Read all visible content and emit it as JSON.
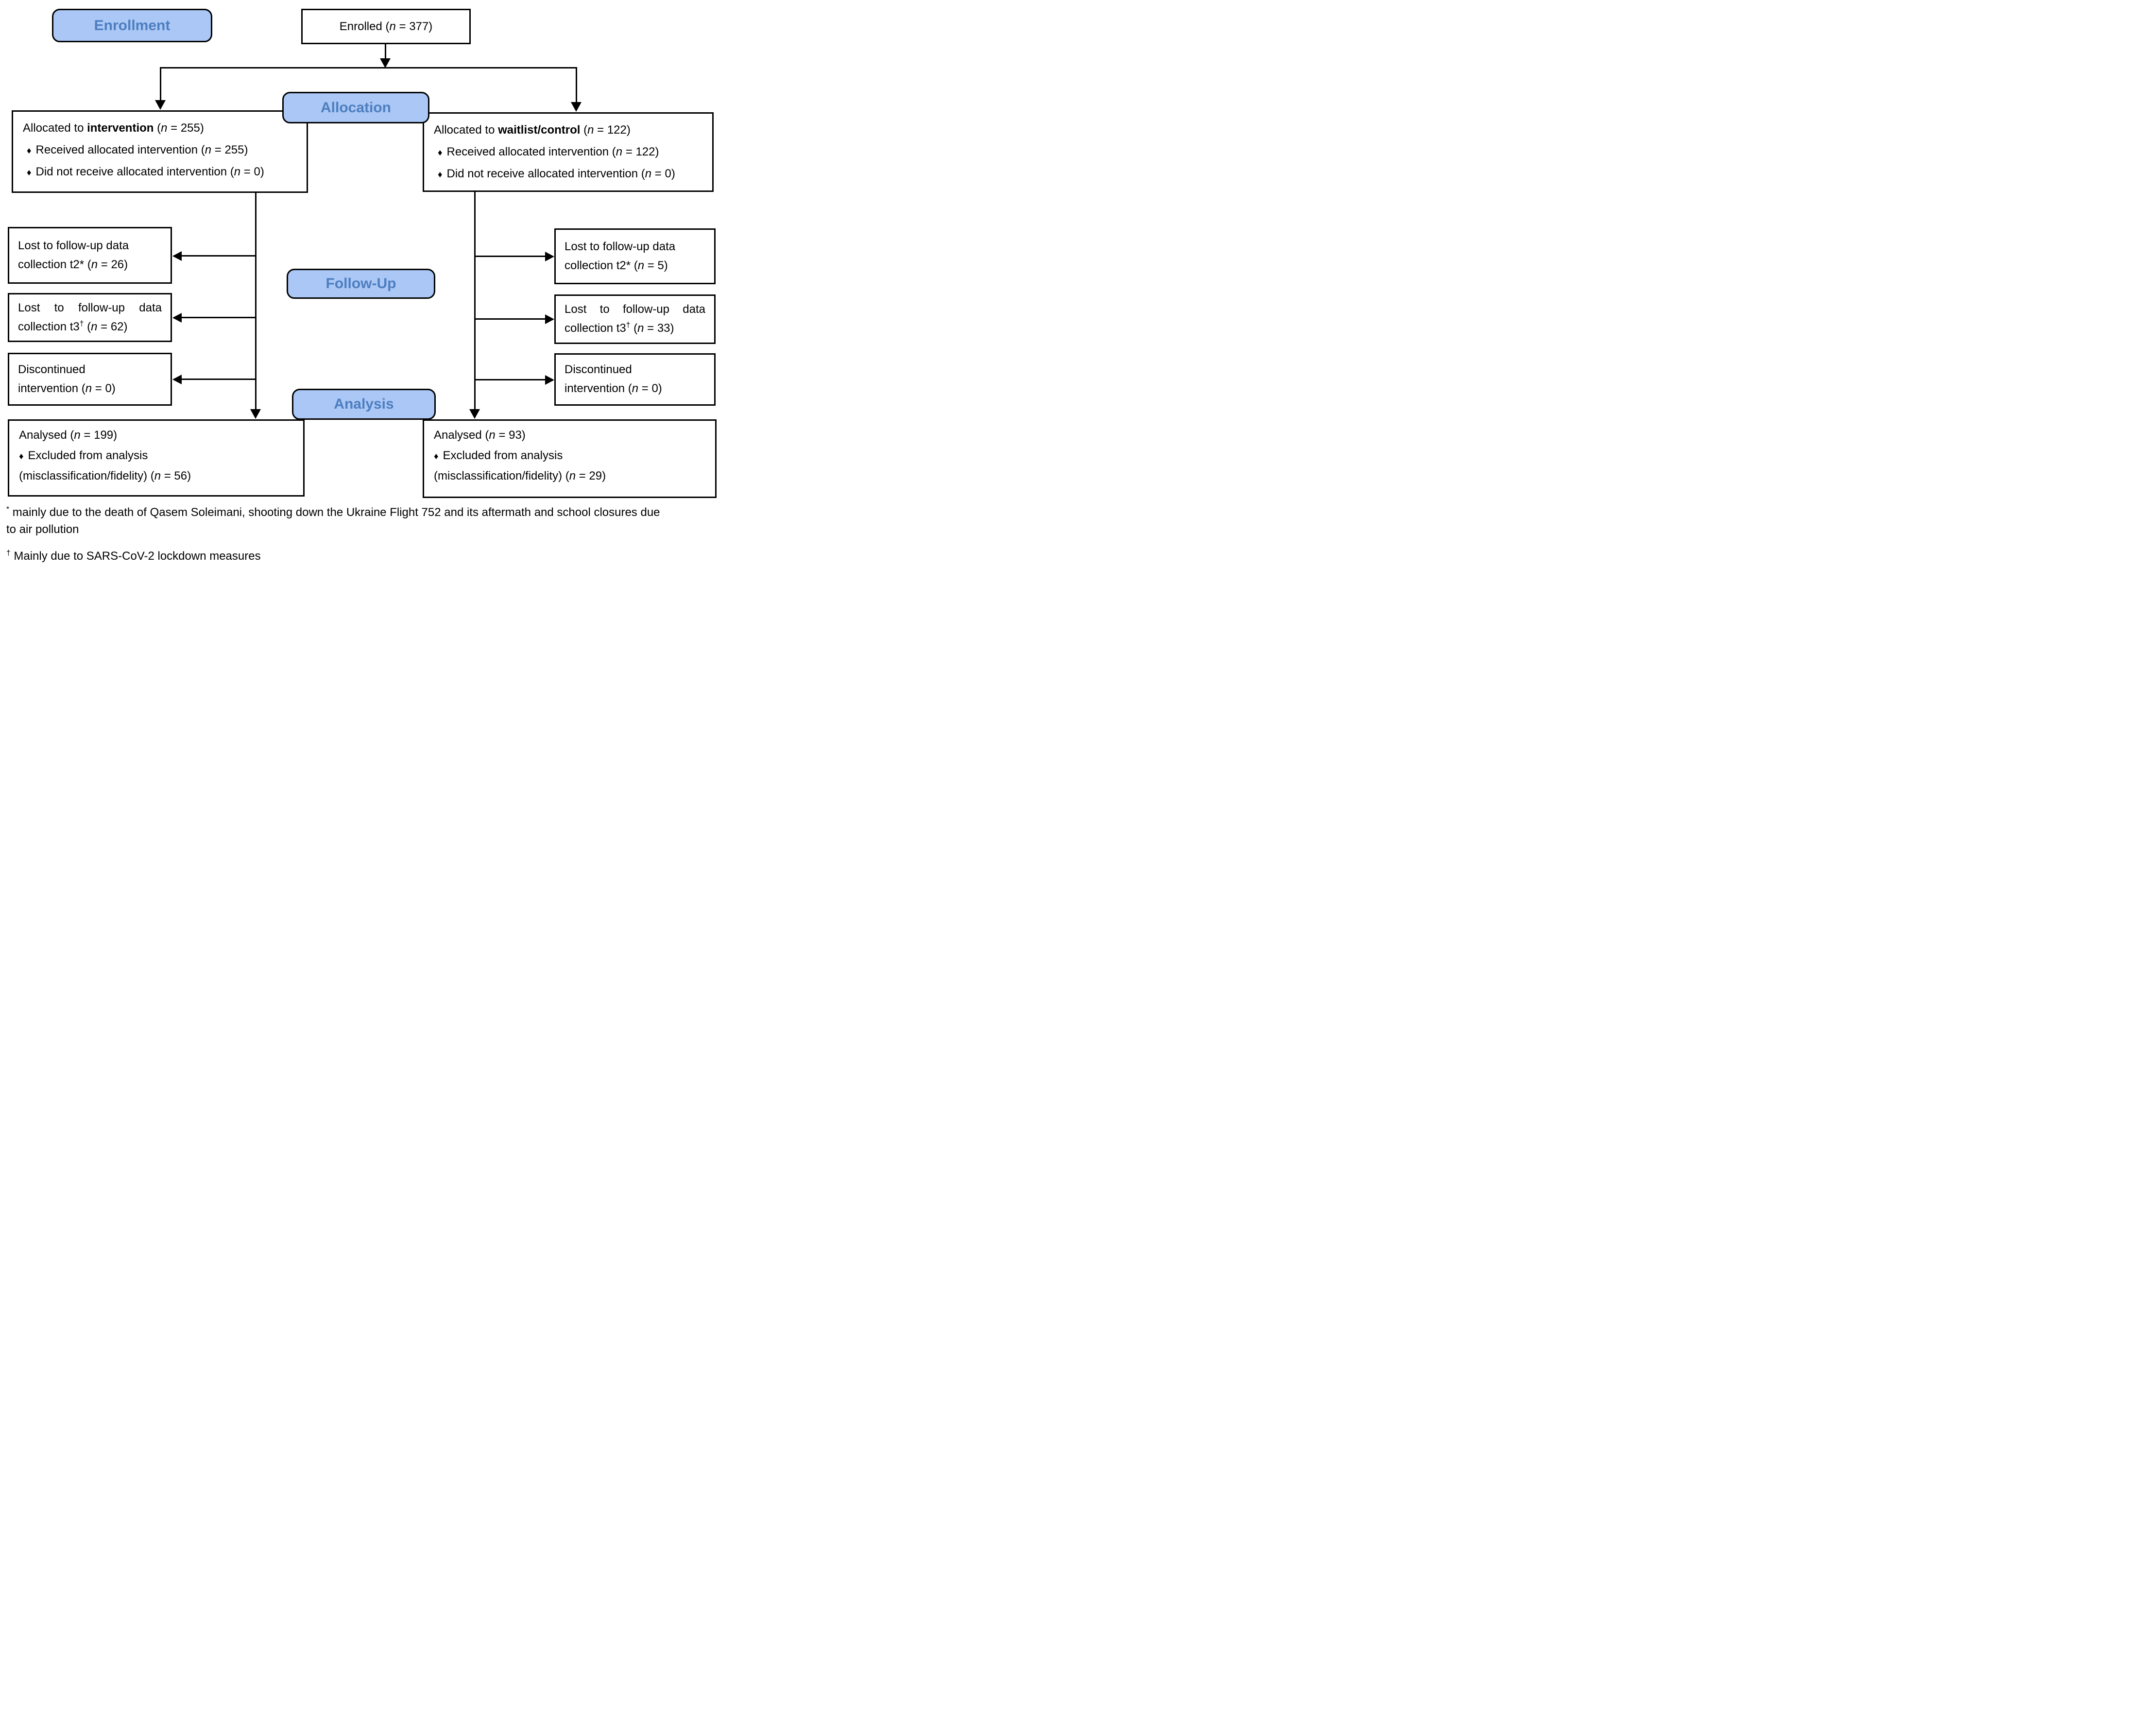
{
  "colors": {
    "label_fill": "#aac7f6",
    "label_text": "#4d7ebf",
    "line": "#000000"
  },
  "bullet": "♦",
  "stage_labels": {
    "enrollment": "Enrollment",
    "allocation": "Allocation",
    "followup": "Follow-Up",
    "analysis": "Analysis"
  },
  "enrolled": {
    "pre": "Enrolled (",
    "n": "n",
    "post": " = 377)"
  },
  "allocation_left": {
    "title": {
      "pre": "Allocated to ",
      "bold": "intervention",
      "mid": " (",
      "n": "n",
      "post": " = 255)"
    },
    "items": [
      {
        "pre": "Received allocated intervention (",
        "n": "n",
        "post": " = 255)"
      },
      {
        "pre": "Did not receive allocated intervention (",
        "n": "n",
        "post": " = 0)"
      }
    ]
  },
  "allocation_right": {
    "title": {
      "pre": "Allocated to ",
      "bold": "waitlist/control",
      "mid": " (",
      "n": "n",
      "post": " = 122)"
    },
    "items": [
      {
        "pre": "Received allocated intervention (",
        "n": "n",
        "post": " = 122)"
      },
      {
        "pre": "Did not receive allocated intervention (",
        "n": "n",
        "post": " = 0)"
      }
    ]
  },
  "followup_left": {
    "t2": {
      "pre": "Lost to follow-up data collection t2* (",
      "n": "n",
      "post": " = 26)"
    },
    "t3": {
      "pre": "Lost to follow-up data collection t3",
      "sup": "†",
      "mid": " (",
      "n": "n",
      "post": " = 62)"
    },
    "disc": {
      "line1": "Discontinued",
      "line2_pre": "intervention (",
      "n": "n",
      "post": " = 0)"
    }
  },
  "followup_right": {
    "t2": {
      "pre": "Lost to follow-up data collection t2* (",
      "n": "n",
      "post": " = 5)"
    },
    "t3": {
      "pre": "Lost to follow-up data collection t3",
      "sup": "†",
      "mid": " (",
      "n": "n",
      "post": " = 33)"
    },
    "disc": {
      "line1": "Discontinued",
      "line2_pre": "intervention (",
      "n": "n",
      "post": " = 0)"
    }
  },
  "analysis_left": {
    "title": {
      "pre": "Analysed (",
      "n": "n",
      "post": " = 199)"
    },
    "excluded": "Excluded from analysis",
    "detail": {
      "pre": "(misclassification/fidelity) (",
      "n": "n",
      "post": " = 56)"
    }
  },
  "analysis_right": {
    "title": {
      "pre": "Analysed (",
      "n": "n",
      "post": " = 93)"
    },
    "excluded": "Excluded from analysis",
    "detail": {
      "pre": "(misclassification/fidelity) (",
      "n": "n",
      "post": " = 29)"
    }
  },
  "footnotes": {
    "asterisk": {
      "sup": "*",
      "text": " mainly due to the death of Qasem Soleimani, shooting down the Ukraine Flight 752 and its aftermath and school closures due to air pollution"
    },
    "dagger": {
      "sup": "†",
      "text": " Mainly due to SARS-CoV-2 lockdown measures"
    }
  }
}
